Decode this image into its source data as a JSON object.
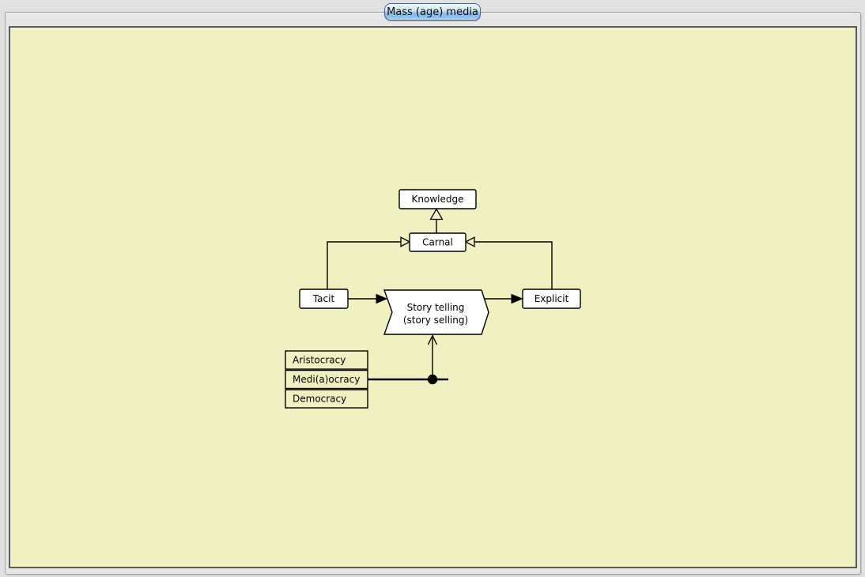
{
  "window": {
    "tab": {
      "label": "Mass (age) media"
    }
  },
  "diagram": {
    "nodes": {
      "knowledge": {
        "label": "Knowledge",
        "shape": "rectangle"
      },
      "carnal": {
        "label": "Carnal",
        "shape": "rectangle"
      },
      "tacit": {
        "label": "Tacit",
        "shape": "rectangle"
      },
      "explicit": {
        "label": "Explicit",
        "shape": "rectangle"
      },
      "story_telling": {
        "label_line1": "Story telling",
        "label_line2": "(story selling)",
        "shape": "chevron-banner"
      },
      "governance_table": {
        "rows": [
          "Aristocracy",
          "Medi(a)ocracy",
          "Democracy"
        ],
        "shape": "stacked-cells"
      }
    },
    "edges": [
      {
        "from": "carnal",
        "to": "knowledge",
        "arrowhead": "hollow-triangle"
      },
      {
        "from": "tacit",
        "to": "carnal",
        "arrowhead": "hollow-triangle"
      },
      {
        "from": "explicit",
        "to": "carnal",
        "arrowhead": "hollow-triangle"
      },
      {
        "from": "tacit",
        "to": "story_telling",
        "arrowhead": "filled-arrow"
      },
      {
        "from": "story_telling",
        "to": "explicit",
        "arrowhead": "filled-arrow"
      },
      {
        "from": "governance_table_row_mediaocracy",
        "to": "story_telling",
        "arrowhead": "open-arrow",
        "junction": "filled-dot"
      }
    ],
    "colors": {
      "canvas_background": "#f0f0c0",
      "node_fill": "#ffffff",
      "stroke": "#000000",
      "tab_accent": "#8abdec",
      "window_gray": "#e6e6e6"
    }
  }
}
